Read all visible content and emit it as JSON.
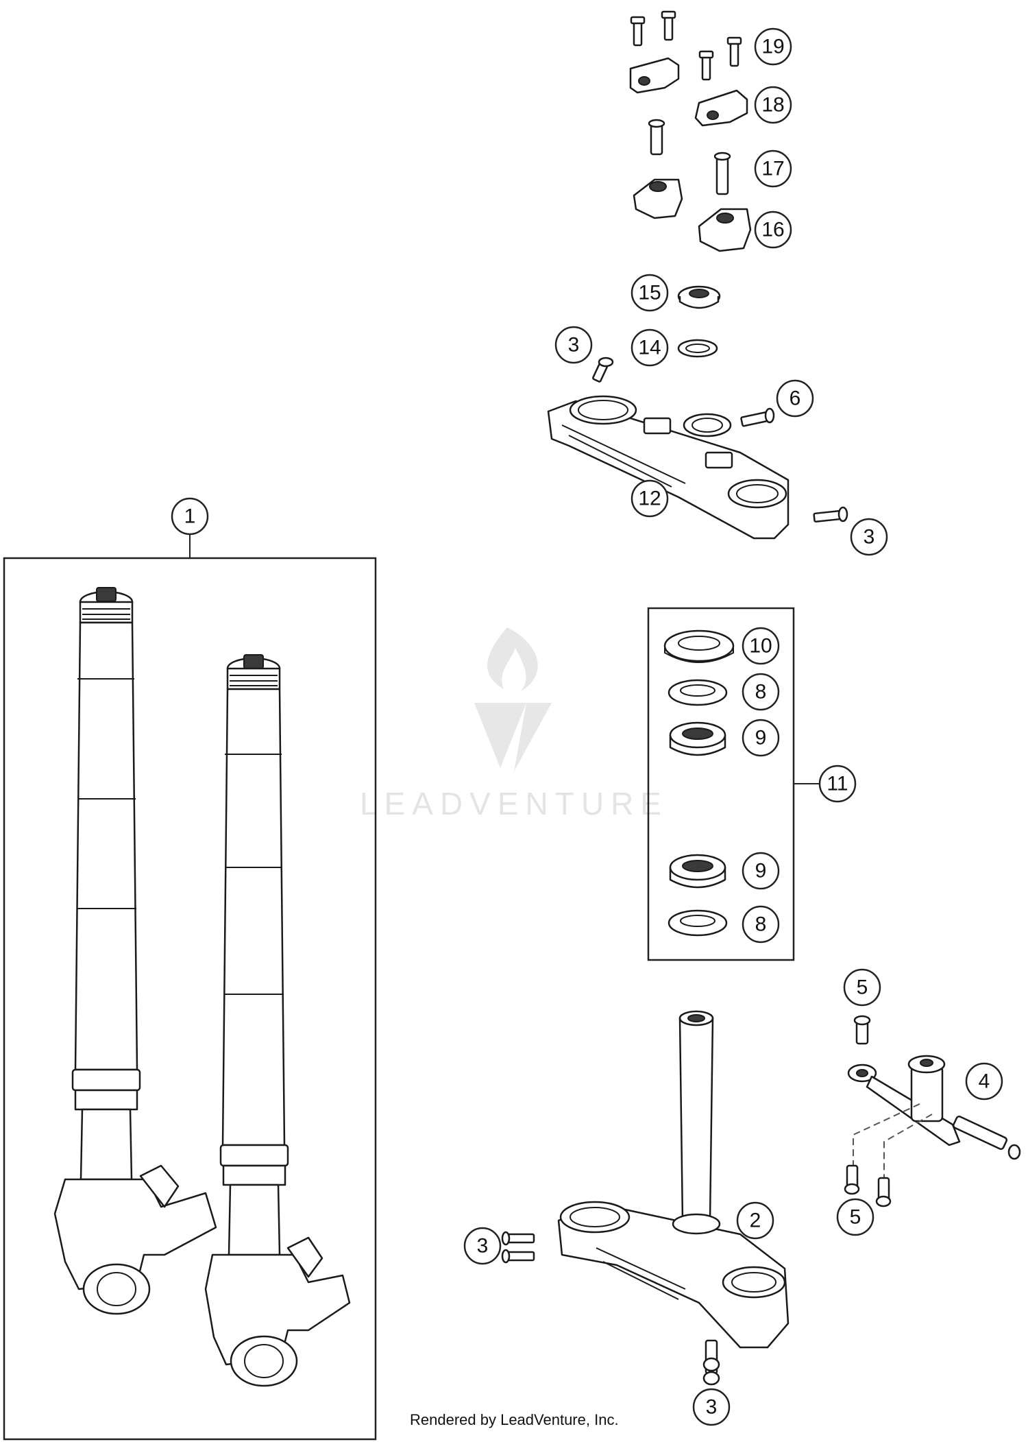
{
  "watermark": {
    "text": "LEADVENTURE"
  },
  "credit": "Rendered by LeadVenture, Inc.",
  "callouts": {
    "c19": "19",
    "c18": "18",
    "c17": "17",
    "c16": "16",
    "c15": "15",
    "c14": "14",
    "c3a": "3",
    "c6": "6",
    "c12": "12",
    "c3b": "3",
    "c1": "1",
    "c10": "10",
    "c8a": "8",
    "c9a": "9",
    "c11": "11",
    "c9b": "9",
    "c8b": "8",
    "c5a": "5",
    "c4": "4",
    "c5b": "5",
    "c2": "2",
    "c3c": "3",
    "c3d": "3"
  }
}
